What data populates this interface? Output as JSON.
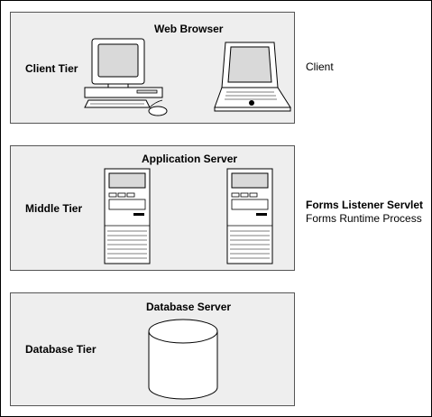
{
  "client_tier": {
    "title": "Web Browser",
    "label": "Client Tier",
    "side_label": "Client",
    "icons": [
      "desktop-computer-icon",
      "laptop-icon"
    ]
  },
  "middle_tier": {
    "title": "Application Server",
    "label": "Middle Tier",
    "side_label_bold": "Forms Listener Servlet",
    "side_label": "Forms Runtime Process",
    "icons": [
      "server-tower-icon",
      "server-tower-icon"
    ]
  },
  "database_tier": {
    "title": "Database Server",
    "label": "Database Tier",
    "icons": [
      "database-cylinder-icon"
    ]
  },
  "colors": {
    "panel_fill": "#eeeeee",
    "panel_border": "#555555",
    "device_fill": "#ffffff",
    "screen_fill": "#d9d9d9",
    "line": "#000000"
  }
}
